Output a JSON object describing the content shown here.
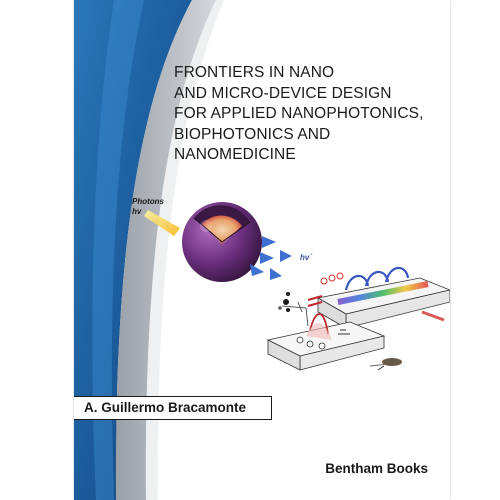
{
  "cover": {
    "title_lines": [
      "FRONTIERS IN NANO",
      "AND MICRO-DEVICE DESIGN",
      "FOR APPLIED NANOPHOTONICS,",
      "BIOPHOTONICS AND",
      "NANOMEDICINE"
    ],
    "author": "A. Guillermo Bracamonte",
    "publisher": "Bentham Books",
    "illustration": {
      "photons_label": "Photons",
      "hv_label": "hv",
      "hv_prime_label": "hv´"
    },
    "colors": {
      "spine_blue": "#1c5c9c",
      "navy": "#0d2f5e",
      "gray_band": "#b7bcc3",
      "sphere_purple": "#5a2a6a",
      "core_red": "#c0272d",
      "text": "#1b1b1b"
    }
  }
}
